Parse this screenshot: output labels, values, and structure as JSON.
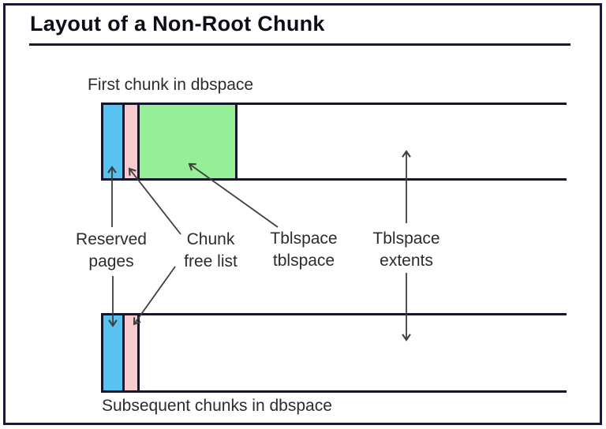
{
  "title": "Layout of a Non-Root Chunk",
  "diagram": {
    "first_chunk_caption": "First chunk in dbspace",
    "subsequent_chunks_caption": "Subsequent chunks in dbspace",
    "labels": {
      "reserved_pages": {
        "line1": "Reserved",
        "line2": "pages"
      },
      "chunk_free_list": {
        "line1": "Chunk",
        "line2": "free list"
      },
      "tblspace_tblspace": {
        "line1": "Tblspace",
        "line2": "tblspace"
      },
      "tblspace_extents": {
        "line1": "Tblspace",
        "line2": "extents"
      }
    }
  },
  "colors": {
    "reserved_pages_segment": "#58c3f0",
    "chunk_free_list_segment": "#f8cbd0",
    "tblspace_tblspace_segment": "#94ef96",
    "bar_outline": "#15152b",
    "arrow": "#3e3e3e",
    "frame_border": "#1b1b2f",
    "background": "#ffffff",
    "text": "#2b2b2b",
    "title_text": "#0d0d1a"
  }
}
